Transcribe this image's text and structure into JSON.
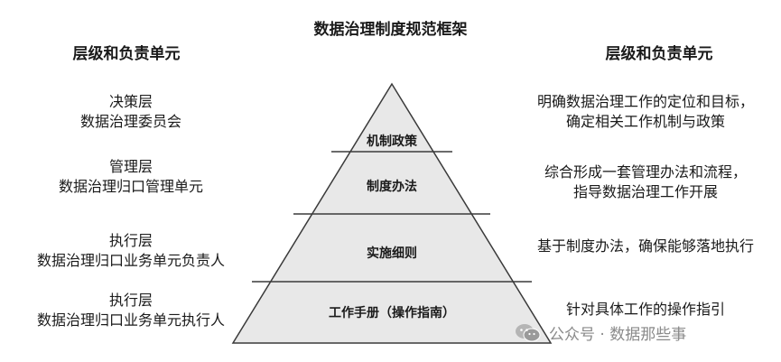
{
  "title": "数据治理制度规范框架",
  "left_header": "层级和负责单元",
  "right_header": "层级和负责单元",
  "levels": [
    {
      "name": "决策层",
      "unit": "数据治理委员会"
    },
    {
      "name": "管理层",
      "unit": "数据治理归口管理单元"
    },
    {
      "name": "执行层",
      "unit": "数据治理归口业务单元负责人"
    },
    {
      "name": "执行层",
      "unit": "数据治理归口业务单元执行人"
    }
  ],
  "pyramid": {
    "tiers": [
      "机制政策",
      "制度办法",
      "实施细则",
      "工作手册（操作指南）"
    ],
    "fill": "#e8e8e8",
    "stroke": "#3a3a3a"
  },
  "descriptions": [
    {
      "line1": "明确数据治理工作的定位和目标，",
      "line2": "确定相关工作机制与政策"
    },
    {
      "line1": "综合形成一套管理办法和流程，",
      "line2": "指导数据治理工作开展"
    },
    {
      "line1": "基于制度办法，确保能够落地执行",
      "line2": ""
    },
    {
      "line1": "针对具体工作的操作指引",
      "line2": ""
    }
  ],
  "watermark": {
    "text": "公众号 · 数据那些事",
    "icon": "wechat-icon"
  }
}
